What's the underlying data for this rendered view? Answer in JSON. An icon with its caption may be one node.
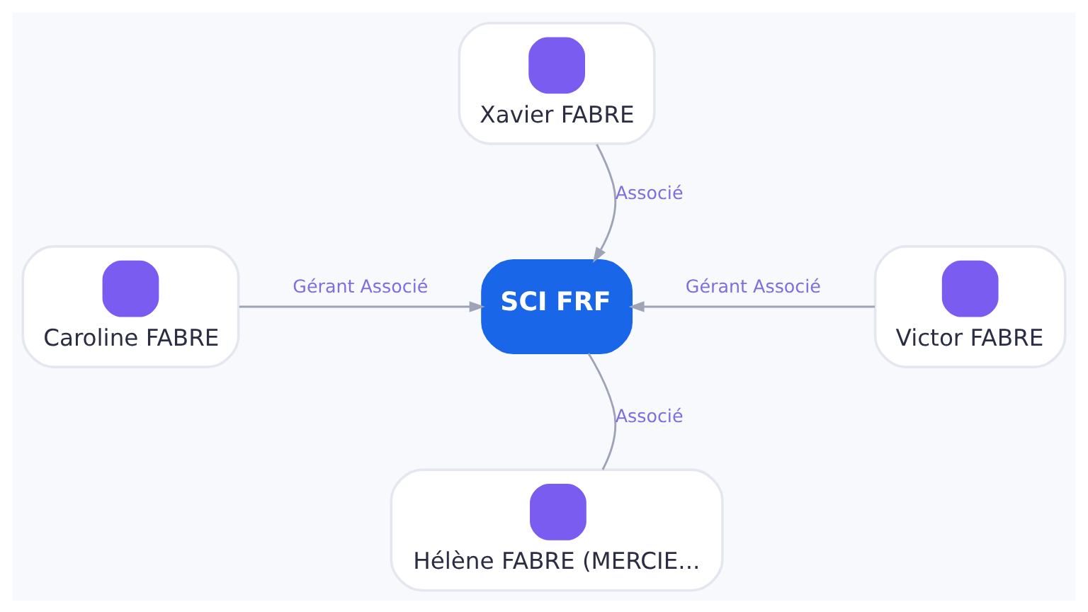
{
  "diagram": {
    "nodes": [
      {
        "text": [
          "SCI FRF"
        ]
      },
      {
        "text": [
          "Xavier FABRE"
        ]
      },
      {
        "text": [
          "Caroline FABRE"
        ]
      },
      {
        "text": [
          "Victor FABRE"
        ]
      },
      {
        "text": [
          "Hélène FABRE (MERCIE..."
        ]
      }
    ],
    "edges": [
      {
        "from": 1,
        "to": 0,
        "arrow": "to",
        "label": "Associé"
      },
      {
        "from": 2,
        "to": 0,
        "arrow": "to",
        "label": "Gérant Associé"
      },
      {
        "from": 3,
        "to": 0,
        "arrow": "to",
        "label": "Gérant Associé"
      },
      {
        "from": 4,
        "to": 0,
        "arrow": "none",
        "label": "Associé"
      }
    ]
  }
}
